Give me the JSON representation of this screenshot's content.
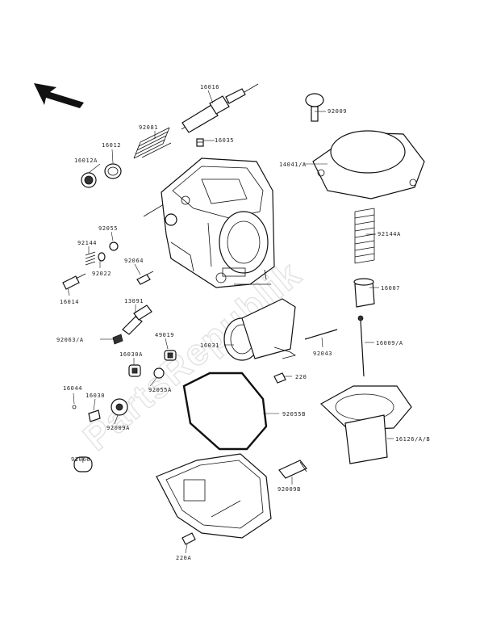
{
  "watermark": "PartsRepublik",
  "parts": {
    "p16016": "16016",
    "p92081": "92081",
    "p16035": "16035",
    "p16012": "16012",
    "p16012A": "16012A",
    "p92009": "92009",
    "p14041A": "14041/A",
    "p92144A": "92144A",
    "p92055": "92055",
    "p92144": "92144",
    "p92064": "92064",
    "p92022": "92022",
    "p16007": "16007",
    "p16014": "16014",
    "p13091": "13091",
    "p49019": "49019",
    "p16031": "16031",
    "p92043": "92043",
    "p16009A": "16009/A",
    "p92063A": "92063/A",
    "p16030A": "16030A",
    "p92055A": "92055A",
    "p220": "220",
    "p16044": "16044",
    "p16030": "16030",
    "p92009A": "92009A",
    "p92055B": "92055B",
    "p16126AB": "16126/A/B",
    "p92066": "92066",
    "p92009B": "92009B",
    "p220A": "220A"
  },
  "icons": {
    "direction_arrow": "arrow-front-icon"
  }
}
